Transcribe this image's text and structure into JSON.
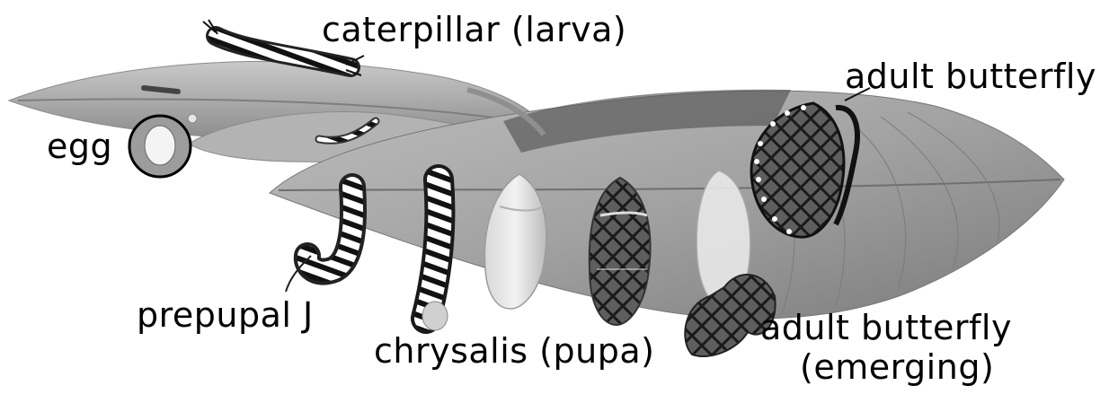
{
  "diagram": {
    "labels": {
      "larva": "caterpillar (larva)",
      "egg": "egg",
      "adult": "adult butterfly",
      "prepupal": "prepupal J",
      "pupa": "chrysalis (pupa)",
      "emerging_line1": "adult butterfly",
      "emerging_line2": "(emerging)"
    }
  }
}
